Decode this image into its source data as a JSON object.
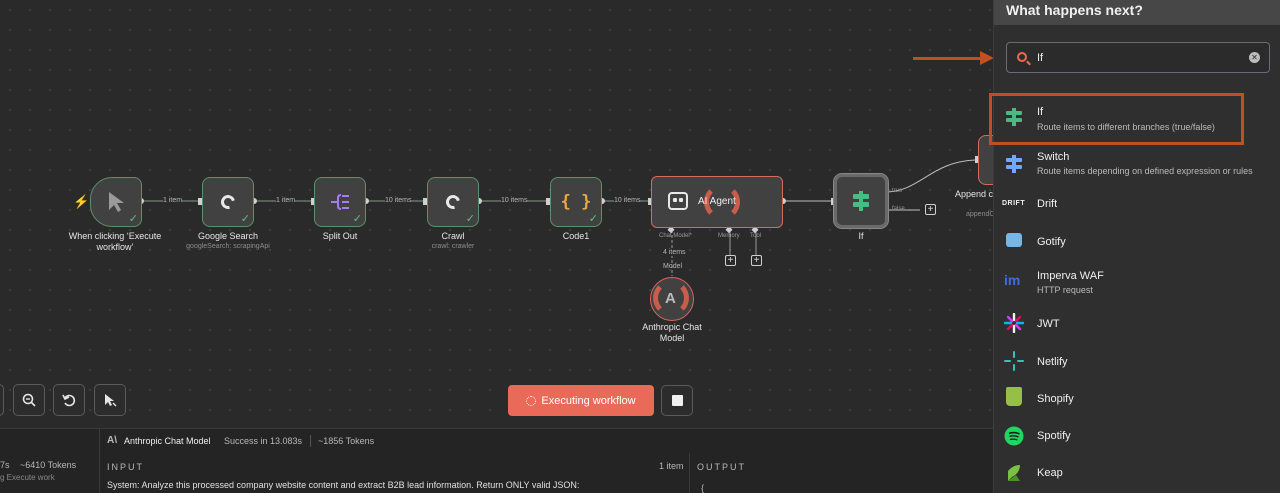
{
  "canvas": {
    "trigger": {
      "title": "When clicking ‘Execute workflow’"
    },
    "nodes": [
      {
        "title": "Google Search",
        "subtitle": "googleSearch: scrapingApi"
      },
      {
        "title": "Split Out",
        "subtitle": ""
      },
      {
        "title": "Crawl",
        "subtitle": "crawl: crawler"
      },
      {
        "title": "Code1",
        "subtitle": ""
      }
    ],
    "edges": [
      "1 item",
      "1 item",
      "10 items",
      "10 items",
      "10 items"
    ],
    "agent": {
      "title": "AI Agent",
      "ports": [
        "Chat Model*",
        "Memory",
        "Tool"
      ],
      "model_edge_count": "4 items",
      "model_edge_label": "Model"
    },
    "model_node": {
      "title": "Anthropic Chat Model"
    },
    "if_node": {
      "title": "If",
      "branch_true": "true",
      "branch_false": "false"
    },
    "append_node": {
      "title": "Append c",
      "subtitle": "appendC"
    },
    "code_icon": "{ }"
  },
  "toolbar": {
    "zoom_out": "zoom-out",
    "reset": "reset",
    "tidy": "tidy",
    "execute_label": "Executing workflow"
  },
  "bottom": {
    "left_tokens": "~6410 Tokens",
    "left_time": "7s",
    "left_partial": "g Execute work",
    "model_name": "Anthropic Chat Model",
    "status": "Success in 13.083s",
    "tokens": "~1856 Tokens",
    "input_label": "INPUT",
    "input_count": "1 item",
    "output_label": "OUTPUT",
    "input_text": "System: Analyze this processed company website content and extract B2B lead information. Return ONLY valid JSON:",
    "output_text": "{"
  },
  "panel": {
    "title": "What happens next?",
    "search": {
      "value": "If"
    },
    "items": [
      {
        "label": "If",
        "desc": "Route items to different branches (true/false)"
      },
      {
        "label": "Switch",
        "desc": "Route items depending on defined expression or rules"
      },
      {
        "label": "Drift",
        "desc": ""
      },
      {
        "label": "Gotify",
        "desc": ""
      },
      {
        "label": "Imperva WAF",
        "desc": "HTTP request"
      },
      {
        "label": "JWT",
        "desc": ""
      },
      {
        "label": "Netlify",
        "desc": ""
      },
      {
        "label": "Shopify",
        "desc": ""
      },
      {
        "label": "Spotify",
        "desc": ""
      },
      {
        "label": "Keap",
        "desc": ""
      }
    ],
    "drift_logo": "DRIFT",
    "imperva_logo": "im"
  },
  "colors": {
    "accent": "#ea6a5a",
    "success": "#58c27d",
    "annotation": "#c0501f",
    "if_icon": "#4cb982",
    "switch_icon": "#6fa8ff"
  }
}
